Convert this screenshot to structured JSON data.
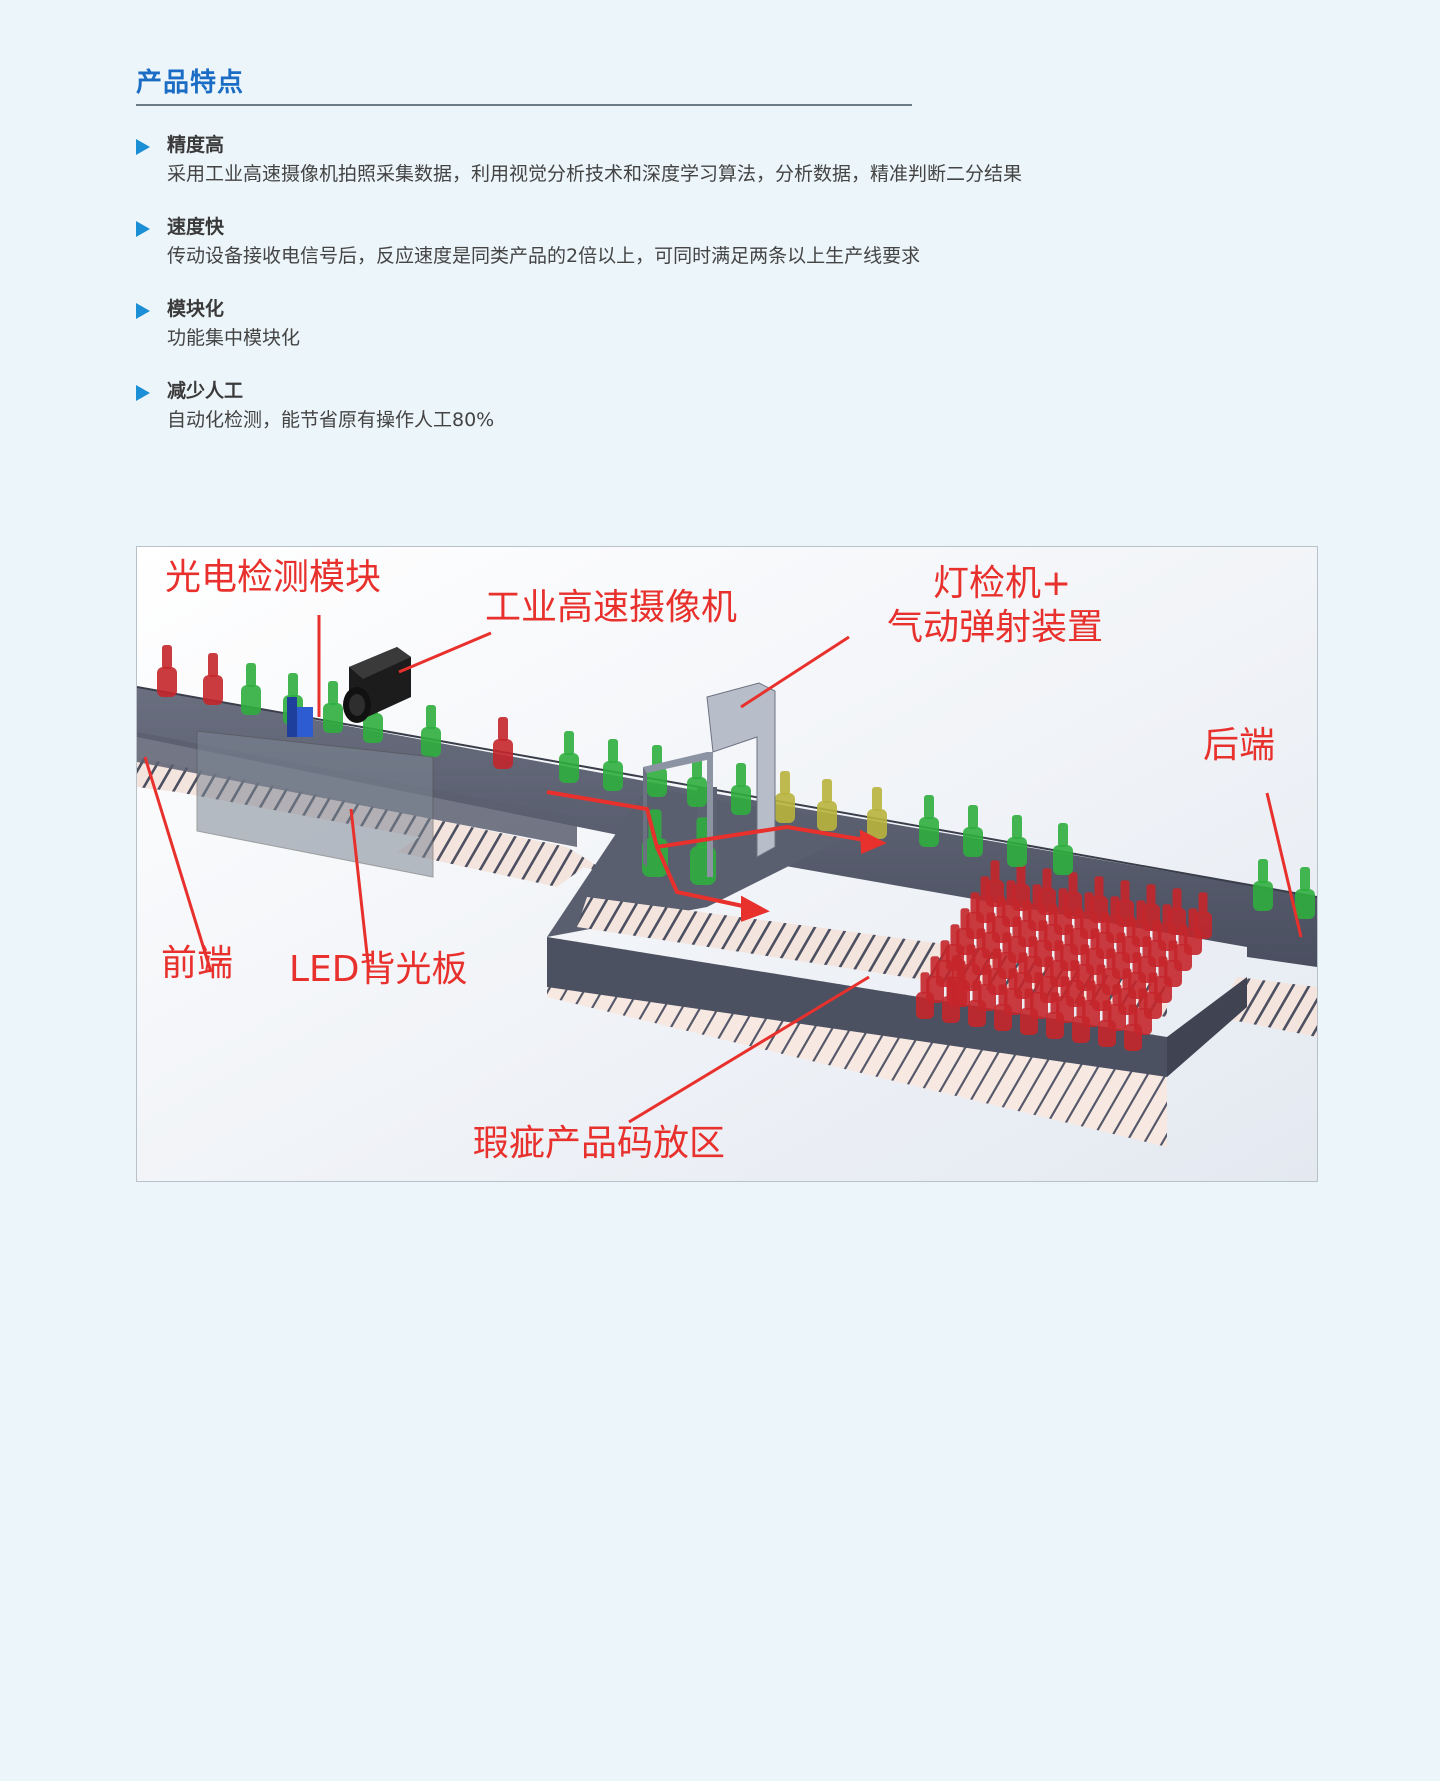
{
  "section": {
    "title": "产品特点"
  },
  "features": [
    {
      "title": "精度高",
      "desc": "采用工业高速摄像机拍照采集数据，利用视觉分析技术和深度学习算法，分析数据，精准判断二分结果"
    },
    {
      "title": "速度快",
      "desc": "传动设备接收电信号后，反应速度是同类产品的2倍以上，可同时满足两条以上生产线要求"
    },
    {
      "title": "模块化",
      "desc": "功能集中模块化"
    },
    {
      "title": "减少人工",
      "desc": "自动化检测，能节省原有操作人工80%"
    }
  ],
  "diagram": {
    "labels": {
      "photo_module": "光电检测模块",
      "camera": "工业高速摄像机",
      "lamp_line1": "灯检机+",
      "lamp_line2": "气动弹射装置",
      "back_end": "后端",
      "front_end": "前端",
      "led_panel": "LED背光板",
      "defect_zone": "瑕疵产品码放区"
    },
    "colors": {
      "callout": "#e8302c",
      "good_bottle": "#2fae3e",
      "bad_bottle": "#c4262b",
      "suspect_bottle": "#b8b43c",
      "conveyor": "#5c6070"
    }
  }
}
